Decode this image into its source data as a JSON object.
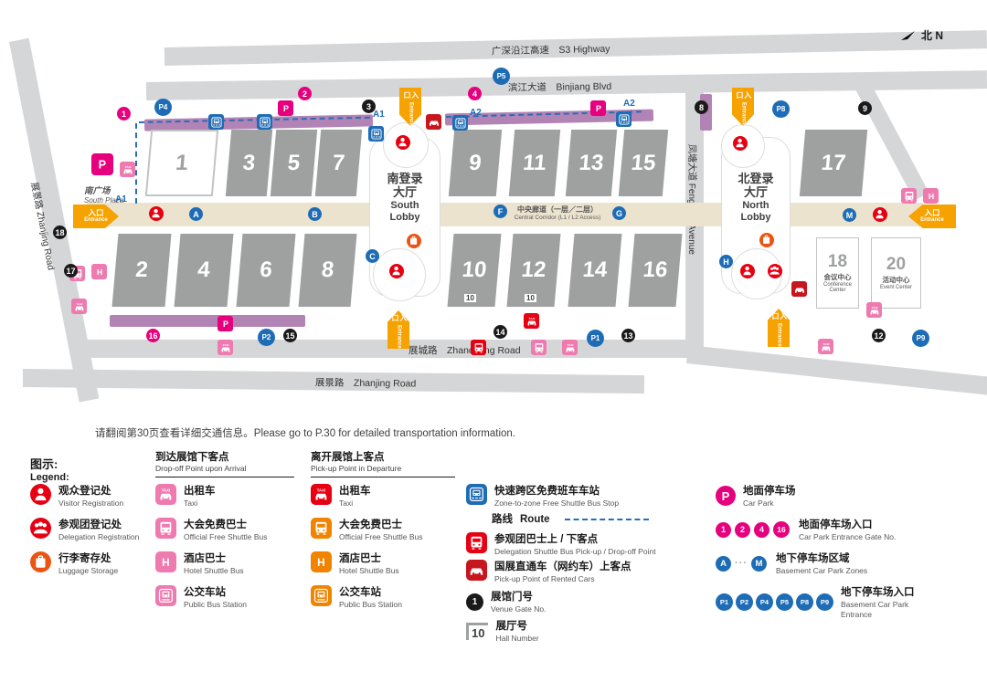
{
  "compass": {
    "label": "北 N"
  },
  "map": {
    "roads": {
      "s3": "广深沿江高速　S3 Highway",
      "binjiang": "滨江大道　Binjiang Blvd",
      "zhanjing_left": "展景路 Zhanjing Road",
      "zhancheng": "展城路　Zhancheng Road",
      "zhanjing_bottom": "展景路　Zhanjing Road",
      "fengtang": "凤塘大道 Fengtang Avenue"
    },
    "halls_top": [
      "1",
      "3",
      "5",
      "7",
      "9",
      "11",
      "13",
      "15",
      "17"
    ],
    "halls_bottom": [
      "2",
      "4",
      "6",
      "8",
      "10",
      "12",
      "14",
      "16"
    ],
    "gate10_labels": [
      "10",
      "10"
    ],
    "south_lobby": {
      "zh1": "南登录",
      "zh2": "大厅",
      "en1": "South",
      "en2": "Lobby"
    },
    "north_lobby": {
      "zh1": "北登录",
      "zh2": "大厅",
      "en1": "North",
      "en2": "Lobby"
    },
    "corridor": {
      "zh": "中央廊道（一层／二层）",
      "en": "Central Corridor (L1 / L2 Access)"
    },
    "south_plaza": {
      "zh": "南广场",
      "en": "South Plaza"
    },
    "conference_center": {
      "no": "18",
      "zh": "会议中心",
      "en": "Conference Center"
    },
    "event_center": {
      "no": "20",
      "zh": "活动中心",
      "en": "Event Center"
    },
    "entrance": {
      "zh": "入口",
      "en": "Entrance"
    },
    "route_labels": [
      "A1",
      "A2",
      "A2",
      "A1"
    ],
    "venue_gates": [
      "3",
      "8",
      "9",
      "12",
      "13",
      "14",
      "15",
      "17",
      "18"
    ],
    "carpark_gates": [
      "1",
      "2",
      "4",
      "16"
    ],
    "basement_entrances": [
      "P4",
      "P5",
      "P8",
      "P2",
      "P1",
      "P9"
    ],
    "zones": [
      "A",
      "B",
      "C",
      "F",
      "G",
      "H",
      "M"
    ],
    "plaza_parking": "P"
  },
  "note": "请翻阅第30页查看详细交通信息。Please go to P.30 for detailed transportation information.",
  "legend": {
    "title_zh": "图示:",
    "title_en": "Legend:",
    "arrival_header": {
      "zh": "到达展馆下客点",
      "en": "Drop-off Point upon Arrival"
    },
    "departure_header": {
      "zh": "离开展馆上客点",
      "en": "Pick-up Point in Departure"
    },
    "registration": [
      {
        "zh": "观众登记处",
        "en": "Visitor Registration"
      },
      {
        "zh": "参观团登记处",
        "en": "Delegation Registration"
      },
      {
        "zh": "行李寄存处",
        "en": "Luggage Storage"
      }
    ],
    "arrival": [
      {
        "zh": "出租车",
        "en": "Taxi"
      },
      {
        "zh": "大会免费巴士",
        "en": "Official Free Shuttle Bus"
      },
      {
        "zh": "酒店巴士",
        "en": "Hotel Shuttle Bus"
      },
      {
        "zh": "公交车站",
        "en": "Public Bus Station"
      }
    ],
    "departure": [
      {
        "zh": "出租车",
        "en": "Taxi"
      },
      {
        "zh": "大会免费巴士",
        "en": "Official Free Shuttle Bus"
      },
      {
        "zh": "酒店巴士",
        "en": "Hotel Shuttle Bus"
      },
      {
        "zh": "公交车站",
        "en": "Public Bus Station"
      }
    ],
    "shuttle": {
      "zh": "快速跨区免费班车车站",
      "en": "Zone-to-zone Free Shuttle Bus Stop",
      "route_zh": "路线",
      "route_en": "Route"
    },
    "delegation_bus": {
      "zh": "参观团巴士上 / 下客点",
      "en": "Delegation Shuttle Bus Pick-up / Drop-off Point"
    },
    "rented_car": {
      "zh": "国展直通车（网约车）上客点",
      "en": "Pick-up Point of Rented Cars"
    },
    "venue_gate": {
      "symbol": "1",
      "zh": "展馆门号",
      "en": "Venue Gate No."
    },
    "hall_number": {
      "symbol": "10",
      "zh": "展厅号",
      "en": "Hall Number"
    },
    "car_park": {
      "symbol": "P",
      "zh": "地面停车场",
      "en": "Car Park"
    },
    "car_park_gates": {
      "labels": [
        "1",
        "2",
        "4",
        "16"
      ],
      "zh": "地面停车场入口",
      "en": "Car Park Entrance Gate No."
    },
    "basement_zones": {
      "first": "A",
      "dots": "···",
      "last": "M",
      "zh": "地下停车场区域",
      "en": "Basement Car Park Zones"
    },
    "basement_entrances": {
      "labels": [
        "P1",
        "P2",
        "P4",
        "P5",
        "P8",
        "P9"
      ],
      "zh": "地下停车场入口",
      "en": "Basement Car Park Entrance"
    }
  }
}
